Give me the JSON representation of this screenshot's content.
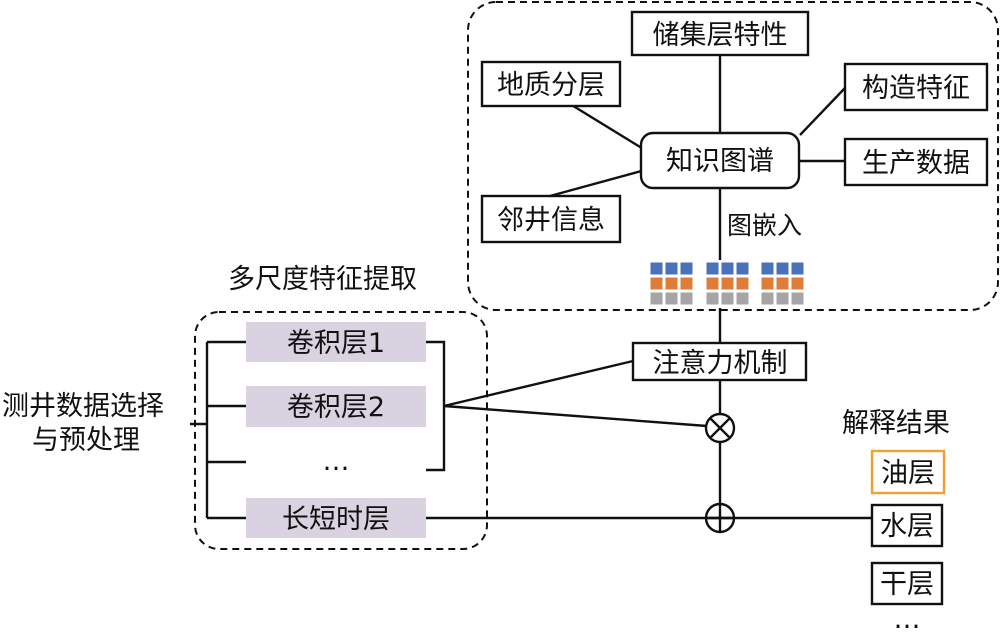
{
  "knowledge_graph": {
    "center": "知识图谱",
    "nodes": [
      "储集层特性",
      "地质分层",
      "构造特征",
      "生产数据",
      "邻井信息"
    ],
    "embed_label": "图嵌入",
    "embedding_colors": [
      "#4a72b8",
      "#e07b39",
      "#a5a5a5"
    ]
  },
  "multiscale": {
    "title": "多尺度特征提取",
    "layers": [
      "卷积层1",
      "卷积层2",
      "…",
      "长短时层"
    ]
  },
  "input": {
    "line1": "测井数据选择",
    "line2": "与预处理"
  },
  "attention": {
    "label": "注意力机制"
  },
  "operators": {
    "multiply": "⊗",
    "add": "⊕"
  },
  "results": {
    "title": "解释结果",
    "items": [
      "油层",
      "水层",
      "干层",
      "…"
    ],
    "highlight_color": "#f0a030"
  }
}
